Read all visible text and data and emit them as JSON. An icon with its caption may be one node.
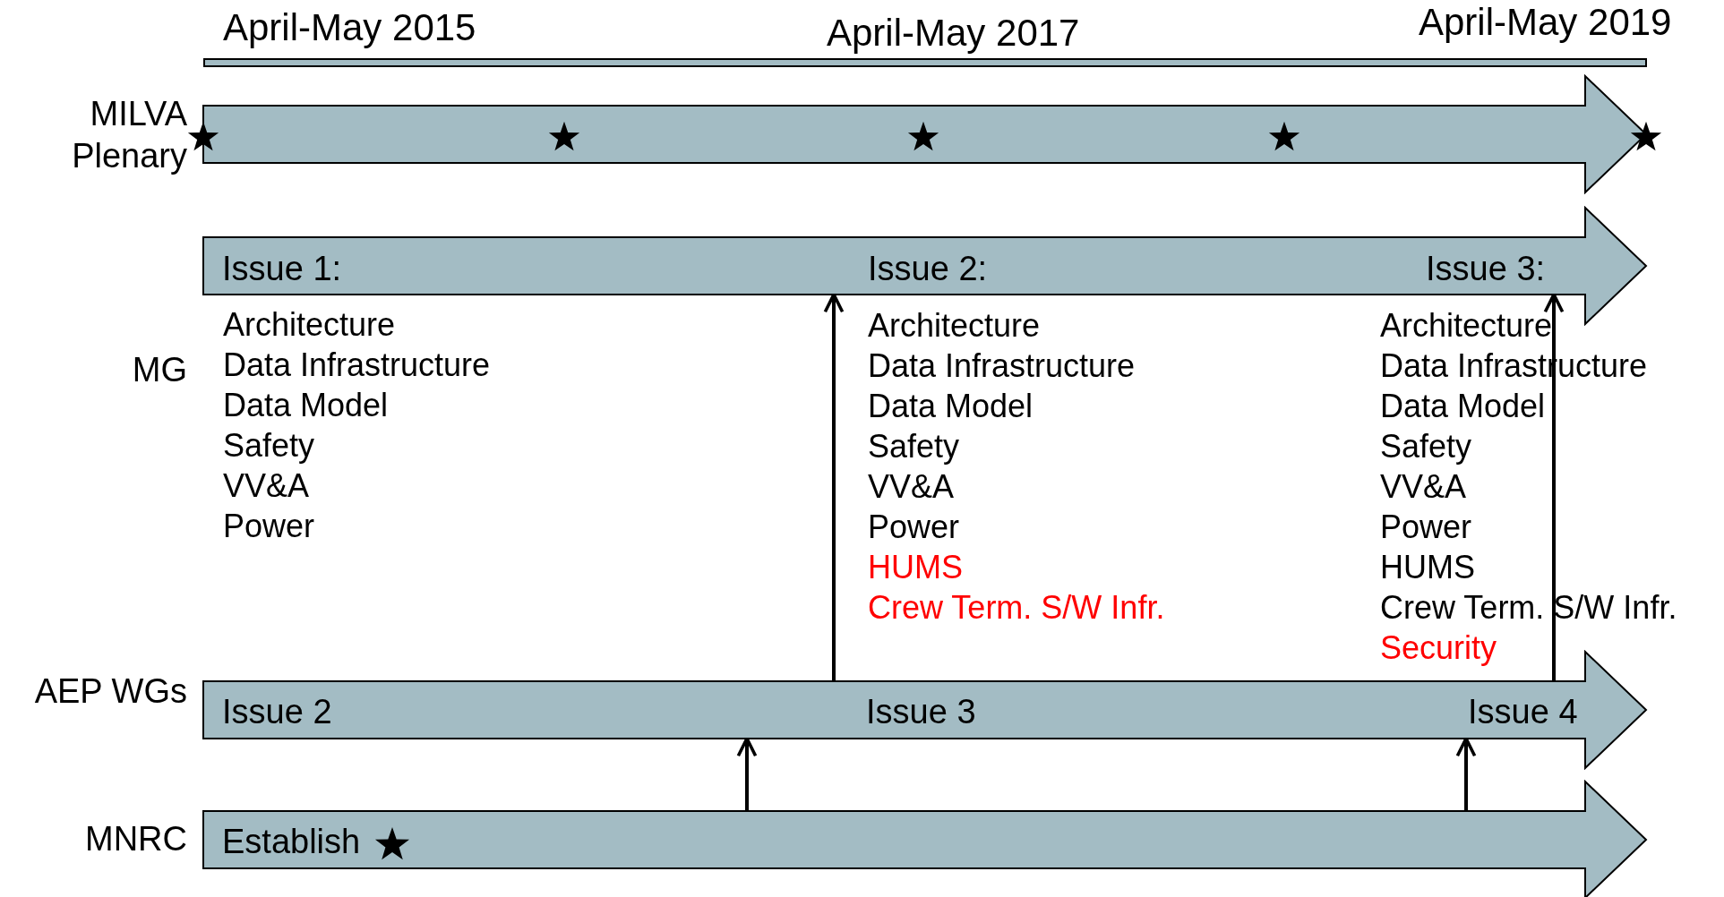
{
  "diagram": {
    "nodes": [
      {
        "text": [
          "MILVA Plenary"
        ]
      },
      {
        "text": [
          "MG",
          "Issue 1:",
          "Issue 2:",
          "Issue 3:"
        ]
      },
      {
        "text": [
          "AEP WGs",
          "Issue 2",
          "Issue 3",
          "Issue 4"
        ]
      },
      {
        "text": [
          "MNRC",
          "Establish"
        ]
      }
    ],
    "edges": [
      {
        "from": 2,
        "to": 1,
        "arrow": "to"
      },
      {
        "from": 2,
        "to": 1,
        "arrow": "to"
      },
      {
        "from": 3,
        "to": 2,
        "arrow": "to"
      },
      {
        "from": 3,
        "to": 2,
        "arrow": "to"
      }
    ],
    "labels": [
      "April-May 2015",
      "April-May 2017",
      "April-May 2019",
      "Architecture",
      "Data Infrastructure",
      "Data Model",
      "Safety",
      "VV&A",
      "Power",
      "Architecture",
      "Data Infrastructure",
      "Data Model",
      "Safety",
      "VV&A",
      "Power",
      "HUMS",
      "Crew Term. S/W Infr.",
      "Architecture",
      "Data Infrastructure",
      "Data Model",
      "Safety",
      "VV&A",
      "Power",
      "HUMS",
      "Crew Term. S/W Infr.",
      "Security"
    ]
  }
}
